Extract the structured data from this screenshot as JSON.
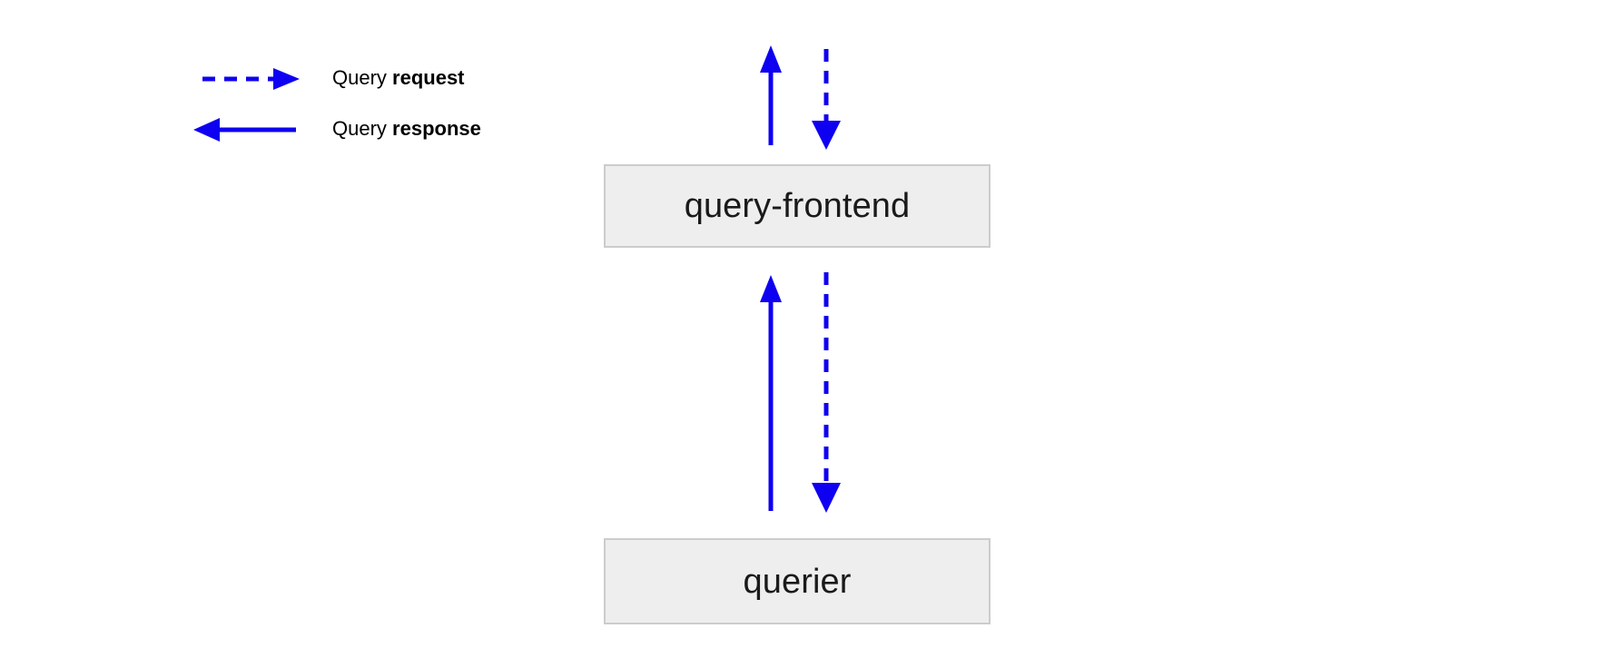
{
  "diagram": {
    "title": "",
    "colors": {
      "arrow": "#0e00f0",
      "box_fill": "#eeeeee",
      "box_border": "#cccccc",
      "text": "#1a1a1a",
      "background": "#ffffff"
    },
    "legend": {
      "items": [
        {
          "id": "query-request",
          "label_prefix": "Query ",
          "label_emphasis": "request",
          "line_style": "dashed",
          "direction": "right",
          "color": "#0e00f0"
        },
        {
          "id": "query-response",
          "label_prefix": "Query ",
          "label_emphasis": "response",
          "line_style": "solid",
          "direction": "left",
          "color": "#0e00f0"
        }
      ]
    },
    "nodes": [
      {
        "id": "query-frontend",
        "label": "query-frontend"
      },
      {
        "id": "querier",
        "label": "querier"
      }
    ],
    "edges": [
      {
        "id": "inbound-request-to-query-frontend",
        "from": "client",
        "to": "query-frontend",
        "kind": "Query request",
        "line_style": "dashed",
        "direction": "down"
      },
      {
        "id": "outbound-response-from-query-frontend",
        "from": "query-frontend",
        "to": "client",
        "kind": "Query response",
        "line_style": "solid",
        "direction": "up"
      },
      {
        "id": "request-query-frontend-to-querier",
        "from": "query-frontend",
        "to": "querier",
        "kind": "Query request",
        "line_style": "dashed",
        "direction": "down"
      },
      {
        "id": "response-querier-to-query-frontend",
        "from": "querier",
        "to": "query-frontend",
        "kind": "Query response",
        "line_style": "solid",
        "direction": "up"
      }
    ]
  }
}
